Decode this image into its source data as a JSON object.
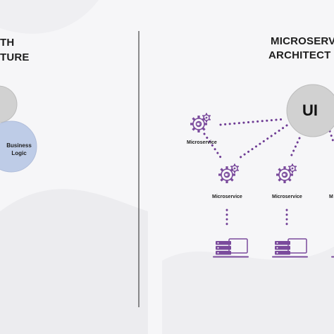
{
  "monolith": {
    "title_lines": [
      "TH",
      "TURE"
    ],
    "business_logic_lines": [
      "Business",
      "Logic"
    ]
  },
  "microservices": {
    "title_lines": [
      "MICROSERV",
      "ARCHITECT"
    ],
    "ui_label": "UI",
    "service_labels": [
      "Microservice",
      "Microservice",
      "Microservice",
      "M"
    ]
  },
  "colors": {
    "background": "#f6f6f8",
    "ui_circle": "#d1d1d1",
    "business_logic_circle": "#b9c8e6",
    "dotted_line": "#6e3b94",
    "icon_purple": "#7a4a9c",
    "divider": "#444444"
  },
  "icons": [
    "gear-cluster-icon",
    "database-server-icon"
  ]
}
